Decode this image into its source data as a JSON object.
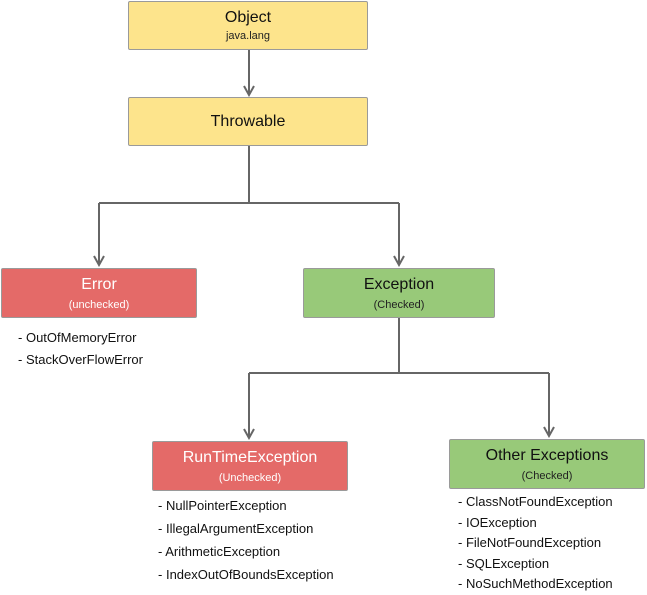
{
  "nodes": {
    "object": {
      "title": "Object",
      "subtitle": "java.lang"
    },
    "throwable": {
      "title": "Throwable"
    },
    "error": {
      "title": "Error",
      "subtitle": "(unchecked)"
    },
    "exception": {
      "title": "Exception",
      "subtitle": "(Checked)"
    },
    "runtime": {
      "title": "RunTimeException",
      "subtitle": "(Unchecked)"
    },
    "other": {
      "title": "Other Exceptions",
      "subtitle": "(Checked)"
    }
  },
  "lists": {
    "error": [
      "OutOfMemoryError",
      "StackOverFlowError"
    ],
    "runtime": [
      "NullPointerException",
      "IllegalArgumentException",
      "ArithmeticException",
      "IndexOutOfBoundsException"
    ],
    "other": [
      "ClassNotFoundException",
      "IOException",
      "FileNotFoundException",
      "SQLException",
      "NoSuchMethodException"
    ]
  },
  "colors": {
    "yellow": "#fde48c",
    "red": "#e46a68",
    "green": "#98c979",
    "connector": "#666666"
  }
}
